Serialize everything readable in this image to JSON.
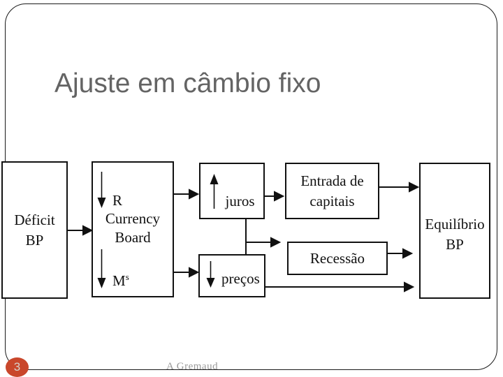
{
  "slide": {
    "title": "Ajuste em câmbio fixo",
    "page_number": "3",
    "footer_author": "A Gremaud"
  },
  "colors": {
    "title_gray": "#646464",
    "footer_gray": "#9a9a9a",
    "page_badge_red": "#c9472b",
    "diagram_ink": "#111111"
  },
  "diagram": {
    "deficit_box": {
      "line1": "Déficit",
      "line2": "BP"
    },
    "currency_box": {
      "reserves_label": "R",
      "name_line1": "Currency",
      "name_line2": "Board",
      "money_supply_base": "M",
      "money_supply_sup": "s"
    },
    "juros_box": {
      "label": "juros"
    },
    "precos_box": {
      "label": "preços"
    },
    "entrada_box": {
      "line1": "Entrada de",
      "line2": "capitais"
    },
    "recessao_box": {
      "label": "Recessão"
    },
    "equilibrio_box": {
      "line1": "Equilíbrio",
      "line2": "BP"
    }
  }
}
